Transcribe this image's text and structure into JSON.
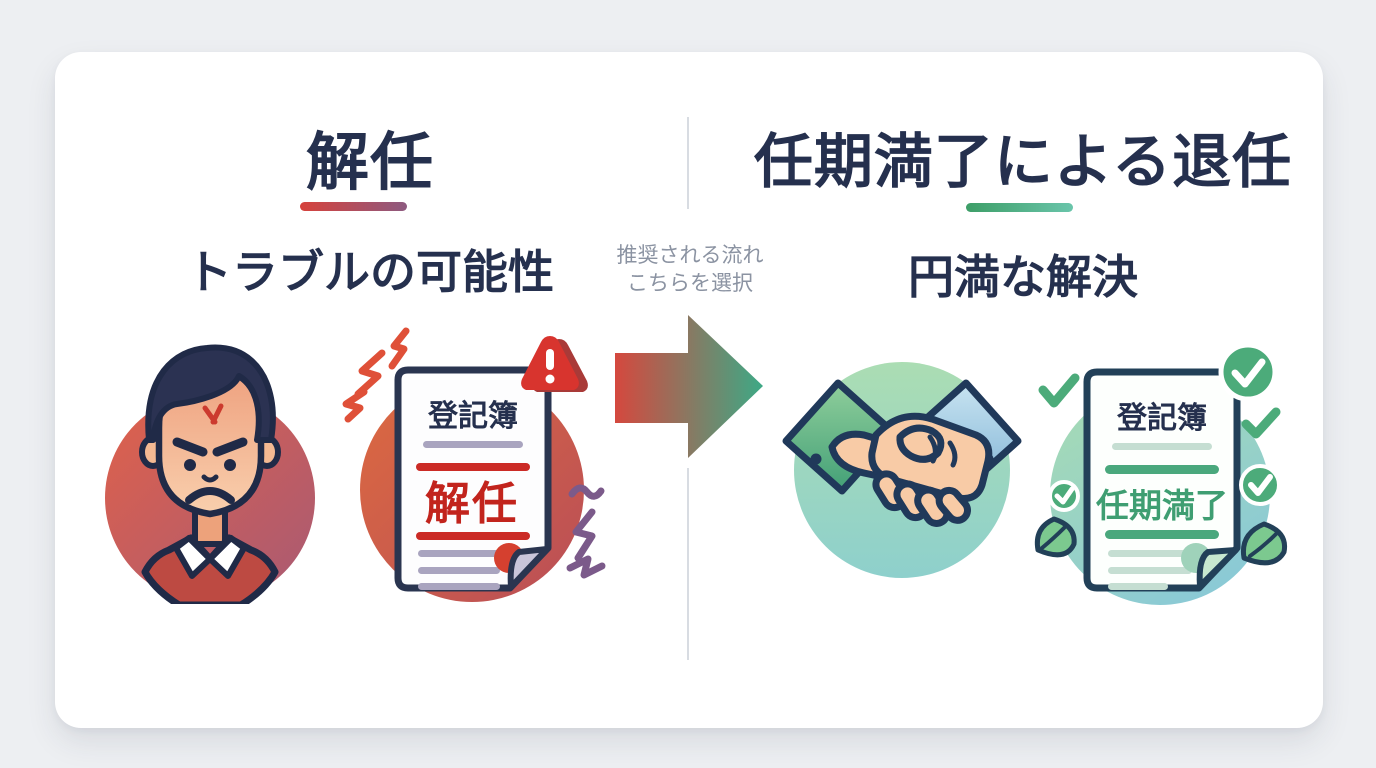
{
  "left": {
    "title": "解任",
    "subtitle": "トラブルの可能性",
    "document": {
      "header": "登記簿",
      "stamp": "解任"
    }
  },
  "center": {
    "note_line1": "推奨される流れ",
    "note_line2": "こちらを選択"
  },
  "right": {
    "title": "任期満了による退任",
    "subtitle": "円満な解決",
    "document": {
      "header": "登記簿",
      "stamp": "任期満了"
    }
  },
  "theme": {
    "negative_accent": "#d6423c",
    "negative_gradient_end": "#8d5a80",
    "positive_accent": "#3d9e67",
    "positive_gradient_end": "#6ac5ab",
    "title_color": "#25304e",
    "note_color": "#8b93a2",
    "arrow_gradient_start": "#d5483e",
    "arrow_gradient_end": "#3da986"
  }
}
